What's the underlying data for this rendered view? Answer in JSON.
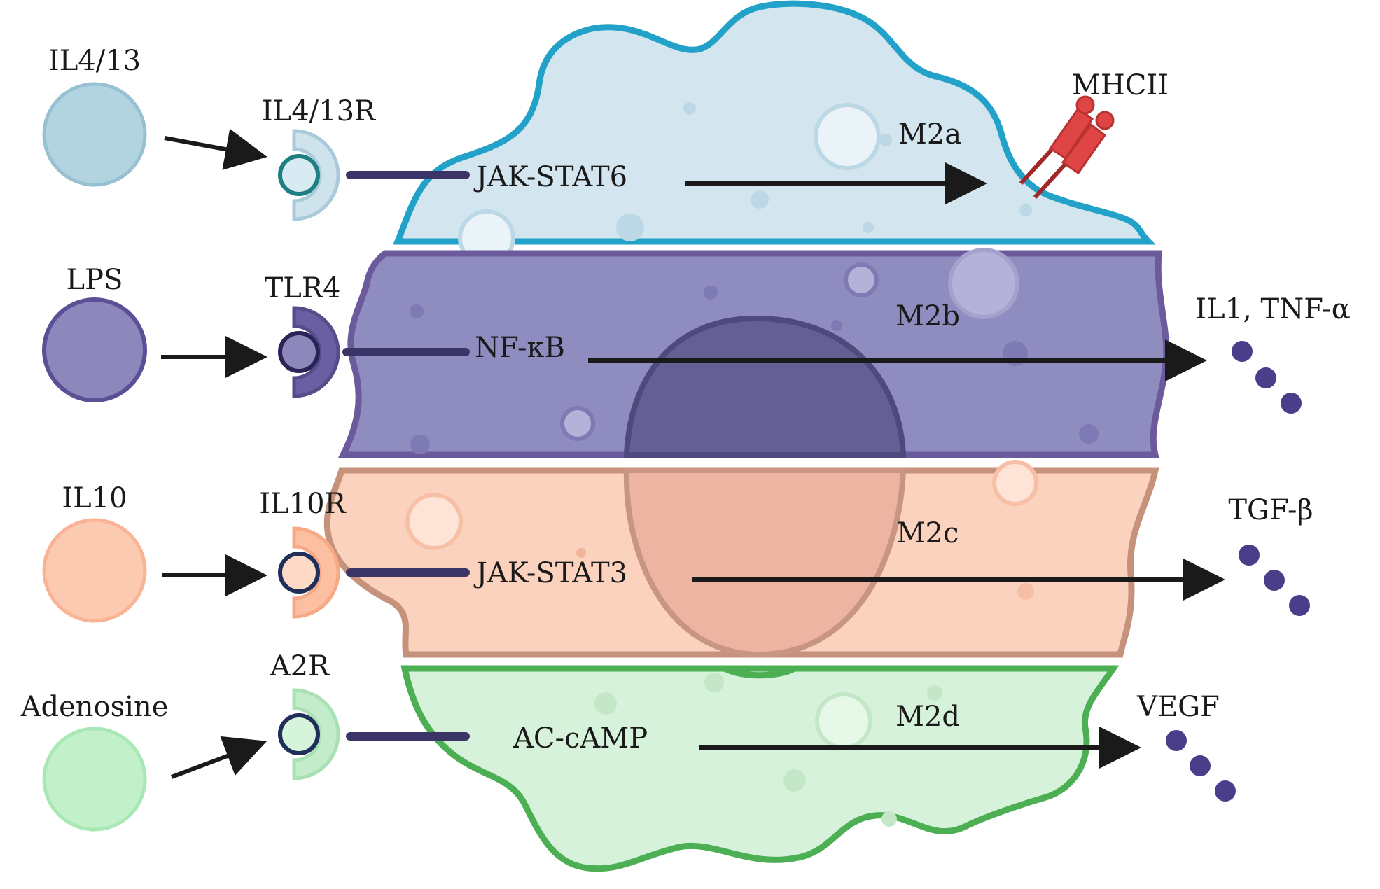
{
  "colors": {
    "m2a_fill": "#d3e6ef",
    "m2a_stroke": "#23a2c9",
    "m2b_fill": "#8f8cbf",
    "m2b_stroke": "#6b5a9c",
    "m2c_fill": "#fbd2bd",
    "m2c_stroke": "#c5927c",
    "m2d_fill": "#d6f2da",
    "m2d_stroke": "#4caf54",
    "linker": "#3b3466",
    "arrow": "#1a1a1a",
    "cytokine": "#4a3d8a",
    "mhcii": "#e04545"
  },
  "rows": [
    {
      "id": "m2a",
      "ligand": "IL4/13",
      "receptor": "IL4/13R",
      "pathway": "JAK-STAT6",
      "subtype": "M2a",
      "output": "MHCII"
    },
    {
      "id": "m2b",
      "ligand": "LPS",
      "receptor": "TLR4",
      "pathway": "NF-κB",
      "subtype": "M2b",
      "output": "IL1, TNF-α"
    },
    {
      "id": "m2c",
      "ligand": "IL10",
      "receptor": "IL10R",
      "pathway": "JAK-STAT3",
      "subtype": "M2c",
      "output": "TGF-β"
    },
    {
      "id": "m2d",
      "ligand": "Adenosine",
      "receptor": "A2R",
      "pathway": "AC-cAMP",
      "subtype": "M2d",
      "output": "VEGF"
    }
  ]
}
